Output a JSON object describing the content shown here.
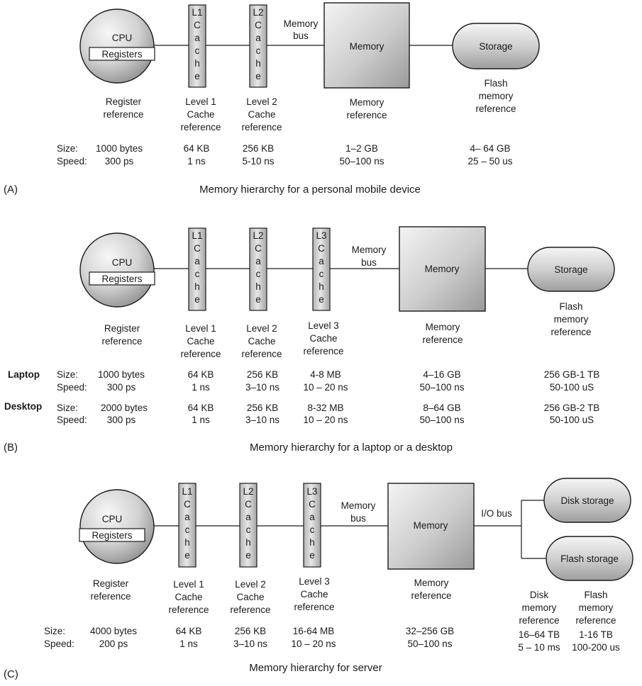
{
  "panels": {
    "a": {
      "tag": "(A)",
      "caption": "Memory hierarchy for a personal mobile device",
      "cpu": {
        "title": "CPU",
        "registers": "Registers"
      },
      "caches": [
        {
          "letters": [
            "L1",
            "C",
            "a",
            "c",
            "h",
            "e"
          ]
        },
        {
          "letters": [
            "L2",
            "C",
            "a",
            "c",
            "h",
            "e"
          ]
        }
      ],
      "bus": [
        "Memory",
        "bus"
      ],
      "memory": "Memory",
      "storage": "Storage",
      "refs": {
        "register": [
          "Register",
          "reference"
        ],
        "l1": [
          "Level 1",
          "Cache",
          "reference"
        ],
        "l2": [
          "Level 2",
          "Cache",
          "reference"
        ],
        "memory": [
          "Memory",
          "reference"
        ],
        "storage": [
          "Flash",
          "memory",
          "reference"
        ]
      },
      "size_label": "Size:",
      "speed_label": "Speed:",
      "register_stats": [
        "1000 bytes",
        "300 ps"
      ],
      "l1_stats": [
        "64 KB",
        "1 ns"
      ],
      "l2_stats": [
        "256 KB",
        "5-10 ns"
      ],
      "memory_stats": [
        "1–2 GB",
        "50–100 ns"
      ],
      "storage_stats": [
        "4– 64 GB",
        "25 – 50 us"
      ]
    },
    "b": {
      "tag": "(B)",
      "caption": "Memory hierarchy for a laptop or a desktop",
      "cpu": {
        "title": "CPU",
        "registers": "Registers"
      },
      "caches": [
        {
          "letters": [
            "L1",
            "C",
            "a",
            "c",
            "h",
            "e"
          ]
        },
        {
          "letters": [
            "L2",
            "C",
            "a",
            "c",
            "h",
            "e"
          ]
        },
        {
          "letters": [
            "L3",
            "C",
            "a",
            "c",
            "h",
            "e"
          ]
        }
      ],
      "bus": [
        "Memory",
        "bus"
      ],
      "memory": "Memory",
      "storage": "Storage",
      "refs": {
        "register": [
          "Register",
          "reference"
        ],
        "l1": [
          "Level 1",
          "Cache",
          "reference"
        ],
        "l2": [
          "Level 2",
          "Cache",
          "reference"
        ],
        "l3": [
          "Level 3",
          "Cache",
          "reference"
        ],
        "memory": [
          "Memory",
          "reference"
        ],
        "storage": [
          "Flash",
          "memory",
          "reference"
        ]
      },
      "laptop": {
        "label": "Laptop",
        "size_label": "Size:",
        "speed_label": "Speed:",
        "register_stats": [
          "1000 bytes",
          "300 ps"
        ],
        "l1_stats": [
          "64 KB",
          "1 ns"
        ],
        "l2_stats": [
          "256 KB",
          "3–10 ns"
        ],
        "l3_stats": [
          "4-8 MB",
          "10 – 20 ns"
        ],
        "memory_stats": [
          "4–16 GB",
          "50–100 ns"
        ],
        "storage_stats": [
          "256 GB-1 TB",
          "50-100 uS"
        ]
      },
      "desktop": {
        "label": "Desktop",
        "size_label": "Size:",
        "speed_label": "Speed:",
        "register_stats": [
          "2000 bytes",
          "300 ps"
        ],
        "l1_stats": [
          "64 KB",
          "1 ns"
        ],
        "l2_stats": [
          "256 KB",
          "3–10 ns"
        ],
        "l3_stats": [
          "8-32  MB",
          "10 – 20 ns"
        ],
        "memory_stats": [
          "8–64 GB",
          "50–100 ns"
        ],
        "storage_stats": [
          "256 GB-2 TB",
          "50-100 uS"
        ]
      }
    },
    "c": {
      "tag": "(C)",
      "caption": "Memory hierarchy for server",
      "cpu": {
        "title": "CPU",
        "registers": "Registers"
      },
      "caches": [
        {
          "letters": [
            "L1",
            "C",
            "a",
            "c",
            "h",
            "e"
          ]
        },
        {
          "letters": [
            "L2",
            "C",
            "a",
            "c",
            "h",
            "e"
          ]
        },
        {
          "letters": [
            "L3",
            "C",
            "a",
            "c",
            "h",
            "e"
          ]
        }
      ],
      "bus": [
        "Memory",
        "bus"
      ],
      "memory": "Memory",
      "io_bus": "I/O bus",
      "disk": "Disk storage",
      "flash": "Flash storage",
      "refs": {
        "register": [
          "Register",
          "reference"
        ],
        "l1": [
          "Level 1",
          "Cache",
          "reference"
        ],
        "l2": [
          "Level 2",
          "Cache",
          "reference"
        ],
        "l3": [
          "Level 3",
          "Cache",
          "reference"
        ],
        "memory": [
          "Memory",
          "reference"
        ],
        "disk": [
          "Disk",
          "memory",
          "reference"
        ],
        "flash": [
          "Flash",
          "memory",
          "reference"
        ]
      },
      "size_label": "Size:",
      "speed_label": "Speed:",
      "register_stats": [
        "4000 bytes",
        "200 ps"
      ],
      "l1_stats": [
        "64 KB",
        "1 ns"
      ],
      "l2_stats": [
        "256 KB",
        "3–10 ns"
      ],
      "l3_stats": [
        "16-64 MB",
        "10 – 20 ns"
      ],
      "memory_stats": [
        "32–256 GB",
        "50–100 ns"
      ],
      "disk_stats": [
        "16–64 TB",
        "5 – 10 ms"
      ],
      "flash_stats": [
        "1-16 TB",
        "100-200 us"
      ]
    }
  },
  "colors": {
    "box_light": "#f2f2f2",
    "box_dark": "#9a9a9a",
    "outline": "#1a1a1a",
    "text": "#1a1a1a"
  }
}
